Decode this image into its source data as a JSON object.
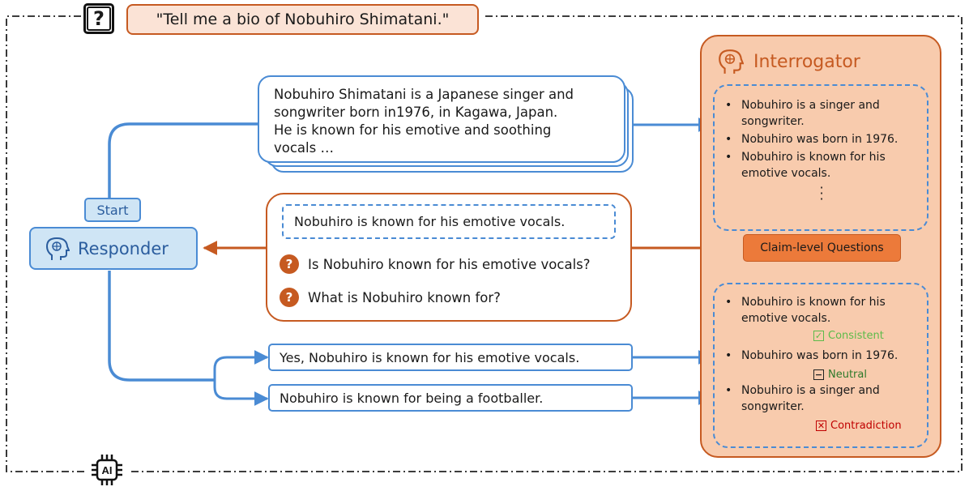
{
  "query": {
    "text": "\"Tell me a bio of Nobuhiro Shimatani.\"",
    "icon": "question-icon"
  },
  "ai_icon": {
    "label": "AI",
    "icon": "ai-chip-icon"
  },
  "response": {
    "line1": "Nobuhiro Shimatani is a Japanese singer and",
    "line2": "songwriter born in1976, in Kagawa, Japan.",
    "line3": "He is known for his emotive and soothing",
    "line4": "vocals …"
  },
  "start_label": "Start",
  "responder": {
    "label": "Responder",
    "icon": "brain-head-icon"
  },
  "questions": {
    "claim": "Nobuhiro is known for his emotive vocals.",
    "q1": "Is Nobuhiro known for his emotive vocals?",
    "q2": "What is Nobuhiro known for?",
    "marker": "?"
  },
  "answers": {
    "a1": "Yes, Nobuhiro is known for his emotive vocals.",
    "a2": "Nobuhiro is known for being a footballer."
  },
  "interrogator": {
    "title": "Interrogator",
    "icon": "brain-head-icon",
    "claims": {
      "c1a": "Nobuhiro is a singer and",
      "c1b": "songwriter.",
      "c2": "Nobuhiro was born in 1976.",
      "c3a": "Nobuhiro is known for his",
      "c3b": "emotive vocals."
    },
    "cq_label": "Claim-level Questions",
    "verdicts": {
      "v1a": "Nobuhiro is known for his",
      "v1b": "emotive vocals.",
      "v2": "Nobuhiro was born in 1976.",
      "v3a": "Nobuhiro is a singer and",
      "v3b": "songwriter."
    },
    "tags": {
      "consistent": "Consistent",
      "neutral": "Neutral",
      "contradiction": "Contradiction"
    },
    "bullet": "•"
  },
  "colors": {
    "blue": "#4a8bd4",
    "orange": "#c65a21",
    "peach": "#f8cbad",
    "light_blue": "#cfe5f5"
  }
}
